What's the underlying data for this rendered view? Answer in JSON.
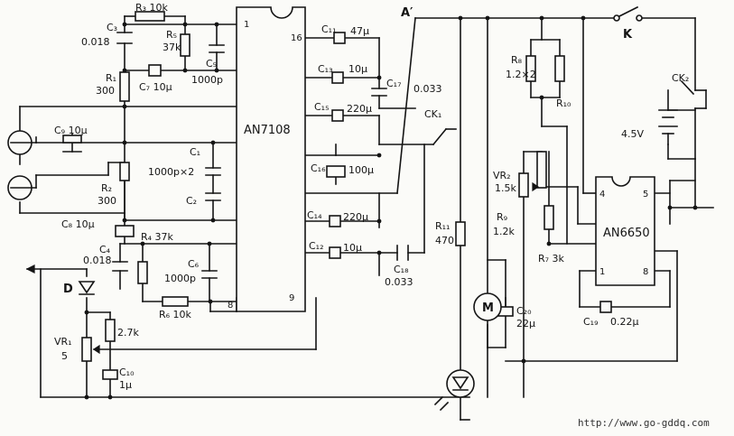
{
  "ics": {
    "an7108": {
      "label": "AN7108",
      "pins": {
        "p1": "1",
        "p16": "16",
        "p8": "8",
        "p9": "9"
      }
    },
    "an6650": {
      "label": "AN6650",
      "pins": {
        "p4": "4",
        "p5": "5",
        "p1": "1",
        "p8": "8"
      }
    }
  },
  "left": {
    "c3": "C₃",
    "c3v": "0.018",
    "r3": "R₃ 10k",
    "r5": "R₅",
    "r5v": "37k",
    "c5": "C₅",
    "c5v": "1000p",
    "r1": "R₁",
    "r1v": "300",
    "c7": "C₇ 10μ",
    "c9": "C₉ 10μ",
    "c1": "C₁",
    "c1v": "1000p×2",
    "c2": "C₂",
    "r2": "R₂",
    "r2v": "300",
    "c8": "C₈ 10μ",
    "c4": "C₄",
    "c4v": "0.018",
    "r4": "R₄ 37k",
    "c6": "C₆",
    "c6v": "1000p",
    "r6": "R₆ 10k",
    "d": "D",
    "r27": "2.7k",
    "vr1": "VR₁",
    "vr1v": "5",
    "c10": "C₁₀",
    "c10v": "1μ"
  },
  "middle": {
    "c11": "C₁₁",
    "c11v": "47μ",
    "c13": "C₁₃",
    "c13v": "10μ",
    "c17": "C₁₇",
    "c17v": "0.033",
    "c15": "C₁₅",
    "c15v": "220μ",
    "ck1": "CK₁",
    "c16": "C₁₆",
    "c16v": "100μ",
    "c14": "C₁₄",
    "c14v": "220μ",
    "c12": "C₁₂",
    "c12v": "10μ",
    "c18": "C₁₈",
    "c18v": "0.033",
    "r11": "R₁₁",
    "r11v": "470",
    "node": "A′"
  },
  "right": {
    "k": "K",
    "ck2": "CK₂",
    "battery": "4.5V",
    "r8": "R₈",
    "r8v": "1.2×2",
    "r10": "R₁₀",
    "vr2": "VR₂",
    "vr2v": "1.5k",
    "r9": "R₉",
    "r9v": "1.2k",
    "r7": "R₇  3k",
    "motor": "M",
    "c20": "C₂₀",
    "c20v": "22μ",
    "c19": "C₁₉",
    "c19v": "0.22μ"
  },
  "watermark": "http://www.go-gddq.com"
}
